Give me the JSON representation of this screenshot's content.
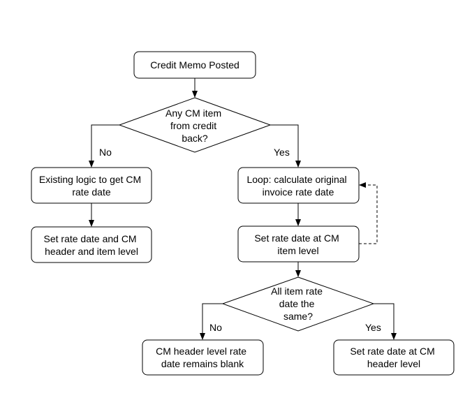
{
  "nodes": {
    "start": [
      "Credit Memo Posted"
    ],
    "decision1": [
      "Any CM item",
      "from credit",
      "back?"
    ],
    "existing_logic": [
      "Existing logic to get CM",
      "rate date"
    ],
    "set_header_item": [
      "Set rate date and CM",
      "header and item level"
    ],
    "loop_calc": [
      "Loop: calculate original",
      "invoice rate date"
    ],
    "set_item_level": [
      "Set rate date at CM",
      "item level"
    ],
    "decision2": [
      "All item rate",
      "date the",
      "same?"
    ],
    "header_blank": [
      "CM header level rate",
      "date remains blank"
    ],
    "set_header_level": [
      "Set rate date at CM",
      "header level"
    ]
  },
  "edges": {
    "d1_no": "No",
    "d1_yes": "Yes",
    "d2_no": "No",
    "d2_yes": "Yes"
  }
}
